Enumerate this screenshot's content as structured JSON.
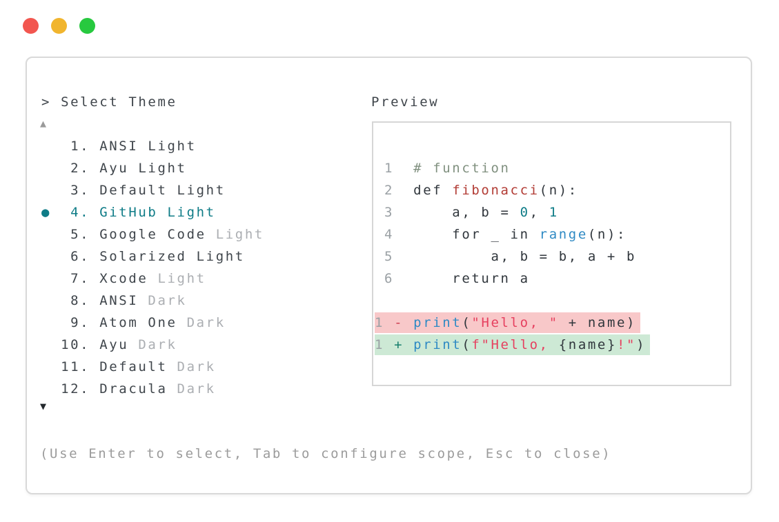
{
  "window": {
    "traffic_lights": [
      {
        "name": "close",
        "color": "#f2564f"
      },
      {
        "name": "minimize",
        "color": "#f1b52e"
      },
      {
        "name": "zoom",
        "color": "#27c93f"
      }
    ]
  },
  "theme_picker": {
    "title": "> Select Theme",
    "scroll_up_icon": "▲",
    "scroll_down_icon": "▼",
    "selected_bullet": "●",
    "items": [
      {
        "num": "1.",
        "name": "ANSI Light",
        "suffix": "",
        "selected": false
      },
      {
        "num": "2.",
        "name": "Ayu Light",
        "suffix": "",
        "selected": false
      },
      {
        "num": "3.",
        "name": "Default Light",
        "suffix": "",
        "selected": false
      },
      {
        "num": "4.",
        "name": "GitHub Light",
        "suffix": "",
        "selected": true
      },
      {
        "num": "5.",
        "name": "Google Code",
        "suffix": "Light",
        "selected": false
      },
      {
        "num": "6.",
        "name": "Solarized Light",
        "suffix": "",
        "selected": false
      },
      {
        "num": "7.",
        "name": "Xcode",
        "suffix": "Light",
        "selected": false
      },
      {
        "num": "8.",
        "name": "ANSI",
        "suffix": "Dark",
        "selected": false
      },
      {
        "num": "9.",
        "name": "Atom One",
        "suffix": "Dark",
        "selected": false
      },
      {
        "num": "10.",
        "name": "Ayu",
        "suffix": "Dark",
        "selected": false
      },
      {
        "num": "11.",
        "name": "Default",
        "suffix": "Dark",
        "selected": false
      },
      {
        "num": "12.",
        "name": "Dracula",
        "suffix": "Dark",
        "selected": false
      }
    ],
    "hint": "(Use Enter to select, Tab to configure scope, Esc to close)"
  },
  "preview": {
    "label": "Preview",
    "lines": [
      {
        "bg": null,
        "tokens": [
          {
            "c": "ln",
            "t": " 1  "
          },
          {
            "c": "cm",
            "t": "# function"
          }
        ]
      },
      {
        "bg": null,
        "tokens": [
          {
            "c": "ln",
            "t": " 2  "
          },
          {
            "c": "fg",
            "t": "def "
          },
          {
            "c": "fn",
            "t": "fibonacci"
          },
          {
            "c": "fg",
            "t": "(n):"
          }
        ]
      },
      {
        "bg": null,
        "tokens": [
          {
            "c": "ln",
            "t": " 3  "
          },
          {
            "c": "fg",
            "t": "    a, b = "
          },
          {
            "c": "numlit",
            "t": "0"
          },
          {
            "c": "fg",
            "t": ", "
          },
          {
            "c": "numlit",
            "t": "1"
          }
        ]
      },
      {
        "bg": null,
        "tokens": [
          {
            "c": "ln",
            "t": " 4  "
          },
          {
            "c": "fg",
            "t": "    for _ in "
          },
          {
            "c": "blue",
            "t": "range"
          },
          {
            "c": "fg",
            "t": "(n):"
          }
        ]
      },
      {
        "bg": null,
        "tokens": [
          {
            "c": "ln",
            "t": " 5  "
          },
          {
            "c": "fg",
            "t": "        a, b = b, a + b"
          }
        ]
      },
      {
        "bg": null,
        "tokens": [
          {
            "c": "ln",
            "t": " 6  "
          },
          {
            "c": "fg",
            "t": "    return a"
          }
        ]
      },
      {
        "bg": null,
        "tokens": []
      },
      {
        "bg": "removed",
        "tokens": [
          {
            "c": "ln",
            "t": "1 "
          },
          {
            "c": "minus",
            "t": "- "
          },
          {
            "c": "blue",
            "t": "print"
          },
          {
            "c": "fg",
            "t": "("
          },
          {
            "c": "str",
            "t": "\"Hello, \""
          },
          {
            "c": "fg",
            "t": " + name)"
          }
        ]
      },
      {
        "bg": "added",
        "tokens": [
          {
            "c": "ln",
            "t": "1 "
          },
          {
            "c": "plus",
            "t": "+ "
          },
          {
            "c": "blue",
            "t": "print"
          },
          {
            "c": "fg",
            "t": "("
          },
          {
            "c": "str",
            "t": "f\"Hello, "
          },
          {
            "c": "fg",
            "t": "{name}"
          },
          {
            "c": "str",
            "t": "!\""
          },
          {
            "c": "fg",
            "t": ")"
          }
        ]
      }
    ]
  },
  "colors": {
    "fg-list": "#3f454b",
    "fg-code": "#30363c",
    "muted": "#abaeb2",
    "teal": "#0f7c87",
    "ln": "#9aa0a4",
    "cm": "#80907f",
    "fn": "#b23c35",
    "numlit": "#0f7c87",
    "blue": "#2f8ac4",
    "str": "#e6405f",
    "minus": "#ce4053",
    "plus": "#177f6d",
    "removed-bg": "#f8c8c9",
    "added-bg": "#cde9d5",
    "border": "#d9d9d9",
    "hint": "#9b9b9b",
    "arrow-up": "#9a9a9a",
    "arrow-down": "#23282d"
  }
}
